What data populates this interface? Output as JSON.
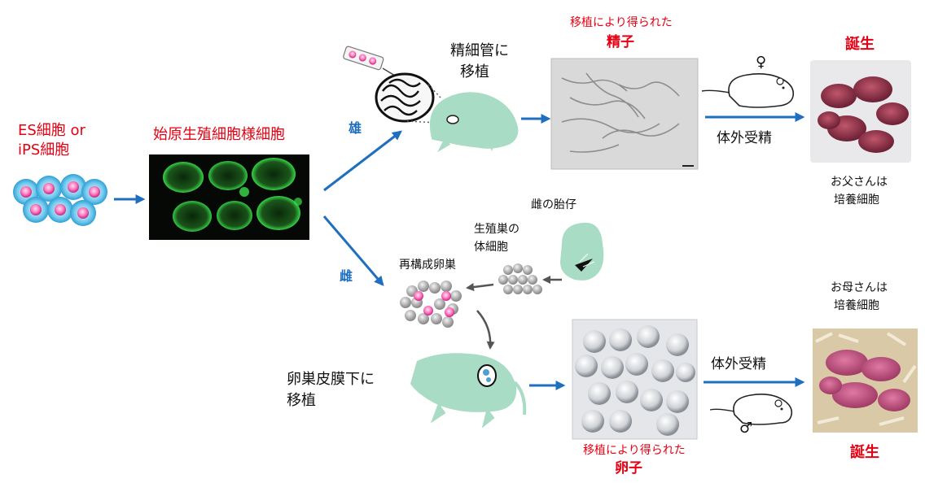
{
  "start": {
    "line1": "ES細胞 or",
    "line2": "iPS細胞"
  },
  "pgclc": {
    "label": "始原生殖細胞様細胞"
  },
  "male": {
    "branch_label": "雄",
    "transplant_line1": "精細管に",
    "transplant_line2": "移植",
    "result_caption": "移植により得られた",
    "result_title": "精子",
    "symbol": "♀",
    "fertilization": "体外受精",
    "birth": "誕生",
    "parent_line1": "お父さんは",
    "parent_line2": "培養細胞"
  },
  "female": {
    "branch_label": "雌",
    "embryo_label": "雌の胎仔",
    "somatic_line1": "生殖巣の",
    "somatic_line2": "体細胞",
    "reconstituted": "再構成卵巣",
    "transplant_line1": "卵巣皮膜下に",
    "transplant_line2": "移植",
    "result_caption": "移植により得られた",
    "result_title": "卵子",
    "fertilization": "体外受精",
    "symbol": "♂",
    "birth": "誕生",
    "parent_line1": "お母さんは",
    "parent_line2": "培養細胞"
  },
  "colors": {
    "red": "#e60012",
    "blue": "#1f6fc0",
    "mouse_green": "#a9dcc4",
    "gfp": "#39e04a"
  }
}
